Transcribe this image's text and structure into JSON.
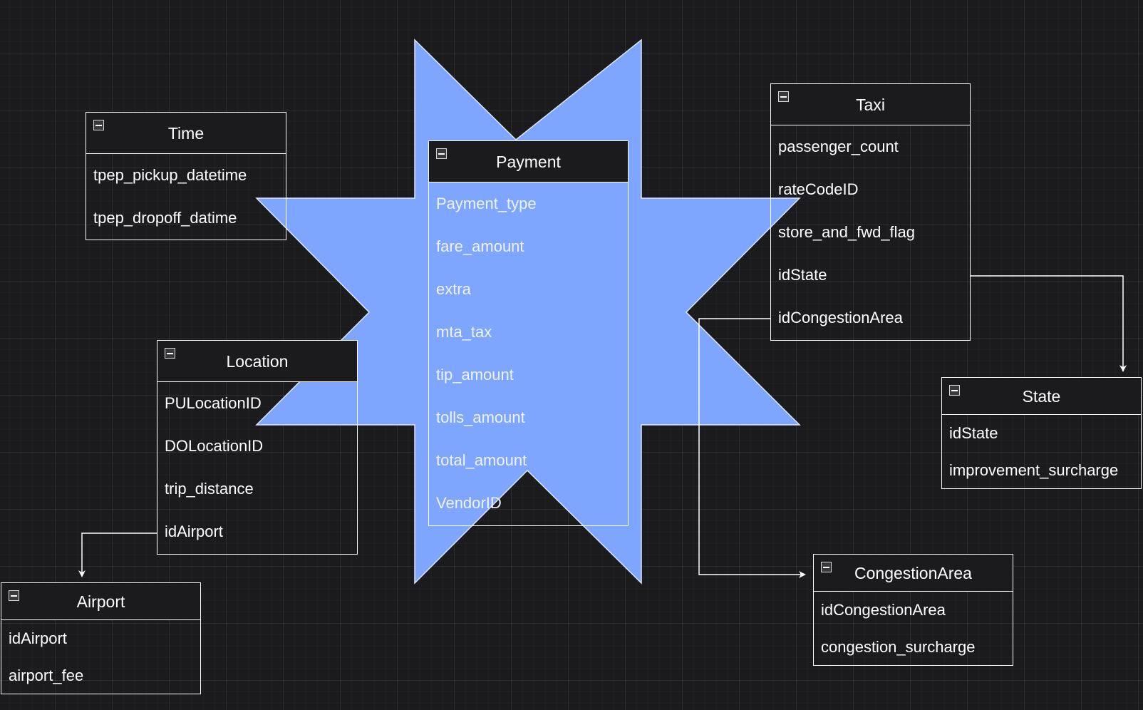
{
  "colors": {
    "background": "#1b1b1d",
    "star_fill": "#7fa6ff",
    "star_stroke": "#dbe6ff",
    "line": "#ffffff"
  },
  "icons": {
    "collapse": "minus-square-icon",
    "connector_end": "arrowhead-icon"
  },
  "tables": {
    "time": {
      "title": "Time",
      "fields": [
        "tpep_pickup_datetime",
        "tpep_dropoff_datime"
      ]
    },
    "payment": {
      "title": "Payment",
      "fields": [
        "Payment_type",
        "fare_amount",
        "extra",
        "mta_tax",
        "tip_amount",
        "tolls_amount",
        "total_amount",
        "VendorID"
      ]
    },
    "taxi": {
      "title": "Taxi",
      "fields": [
        "passenger_count",
        "rateCodeID",
        "store_and_fwd_flag",
        "idState",
        "idCongestionArea"
      ]
    },
    "location": {
      "title": "Location",
      "fields": [
        "PULocationID",
        "DOLocationID",
        "trip_distance",
        "idAirport"
      ]
    },
    "state": {
      "title": "State",
      "fields": [
        "idState",
        "improvement_surcharge"
      ]
    },
    "airport": {
      "title": "Airport",
      "fields": [
        "idAirport",
        "airport_fee"
      ]
    },
    "congestion": {
      "title": "CongestionArea",
      "fields": [
        "idCongestionArea",
        "congestion_surcharge"
      ]
    }
  }
}
